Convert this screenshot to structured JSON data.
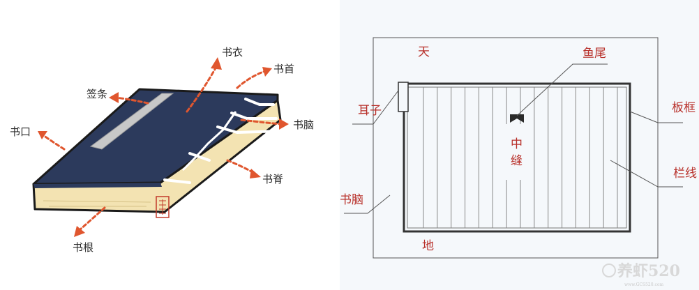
{
  "colors": {
    "cover": "#2c3a5c",
    "page_edge": "#f3e3b2",
    "arrow": "#e0562e",
    "label_red": "#b8302a",
    "line": "#555555"
  },
  "book_labels": {
    "shu_yi": "书衣",
    "shu_shou": "书首",
    "qian_tiao": "签条",
    "shu_nao": "书脑",
    "shu_kou": "书口",
    "shu_ji": "书脊",
    "shu_gen": "书根"
  },
  "layout_labels": {
    "tian": "天",
    "di": "地",
    "yu_wei": "鱼尾",
    "er_zi": "耳子",
    "ban_kuang": "板框",
    "zhong_feng": "中缝",
    "lan_xian": "栏线",
    "shu_nao": "书脑"
  },
  "watermark": {
    "brand": "养虾520",
    "sub": "www.GCS520.com"
  }
}
